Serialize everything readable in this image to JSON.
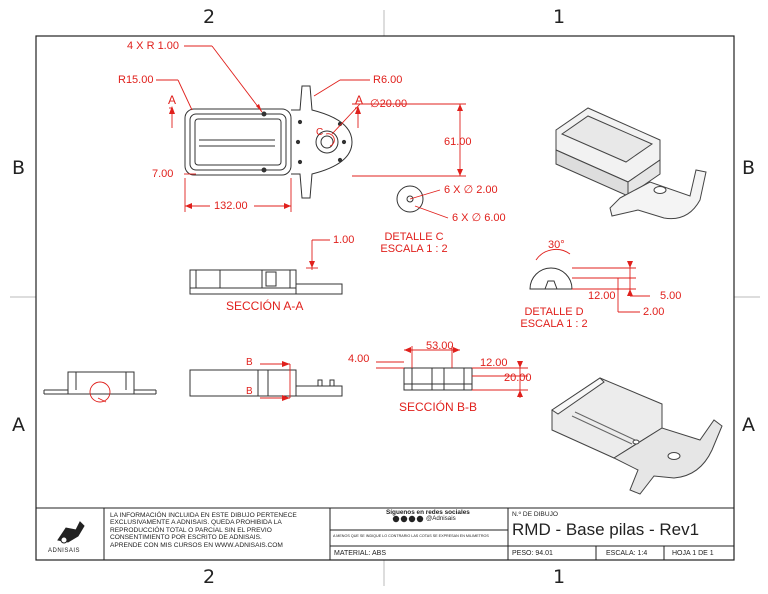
{
  "zones": {
    "top_left": "2",
    "top_right": "1",
    "bottom_left": "2",
    "bottom_right": "1",
    "left_upper": "B",
    "left_lower": "A",
    "right_upper": "B",
    "right_lower": "A"
  },
  "dims": {
    "radius_corners": "4 X R 1.00",
    "r15": "R15.00",
    "r6": "R6.00",
    "dia20": "∅20.00",
    "d61": "61.00",
    "d7": "7.00",
    "d132": "132.00",
    "d1": "1.00",
    "holes_small": "6 X ∅ 2.00",
    "holes_big": "6 X ∅ 6.00",
    "angle30": "30°",
    "d12a": "12.00",
    "d5": "5.00",
    "d2": "2.00",
    "d53": "53.00",
    "d4": "4.00",
    "d12b": "12.00",
    "d20": "20.00"
  },
  "labels": {
    "section_a_marker": "A",
    "detail_c_marker": "C",
    "section_b_marker": "B",
    "detail_c": "DETALLE C",
    "detail_c_scale": "ESCALA 1 : 2",
    "detail_d": "DETALLE D",
    "detail_d_scale": "ESCALA 1 : 2",
    "section_aa": "SECCIÓN A-A",
    "section_bb": "SECCIÓN B-B"
  },
  "title_block": {
    "logo_text": "ADNISAIS",
    "notice_1": "LA INFORMACIÓN INCLUIDA EN ESTE DIBUJO PERTENECE",
    "notice_2": "EXCLUSIVAMENTE A ADNISAIS. QUEDA PROHIBIDA LA",
    "notice_3": "REPRODUCCIÓN TOTAL O PARCIAL SIN EL PREVIO",
    "notice_4": "CONSENTIMIENTO POR ESCRITO DE ADNISAIS.",
    "notice_5": "APRENDE CON MIS CURSOS EN WWW.ADNISAIS.COM",
    "social_title": "Síguenos en redes sociales",
    "social_handle": "@Adnisais",
    "units_note": "A MENOS QUE SE INDIQUE LO CONTRARIO LAS COTAS SE EXPRESAN EN MILIMETROS",
    "material": "MATERIAL: ABS",
    "drawing_no_label": "N.º DE DIBUJO",
    "drawing_title": "RMD - Base pilas - Rev1",
    "weight": "PESO: 94.01",
    "scale": "ESCALA: 1:4",
    "sheet": "HOJA 1 DE 1"
  },
  "colors": {
    "dim": "#e0201c",
    "line": "#222222"
  }
}
